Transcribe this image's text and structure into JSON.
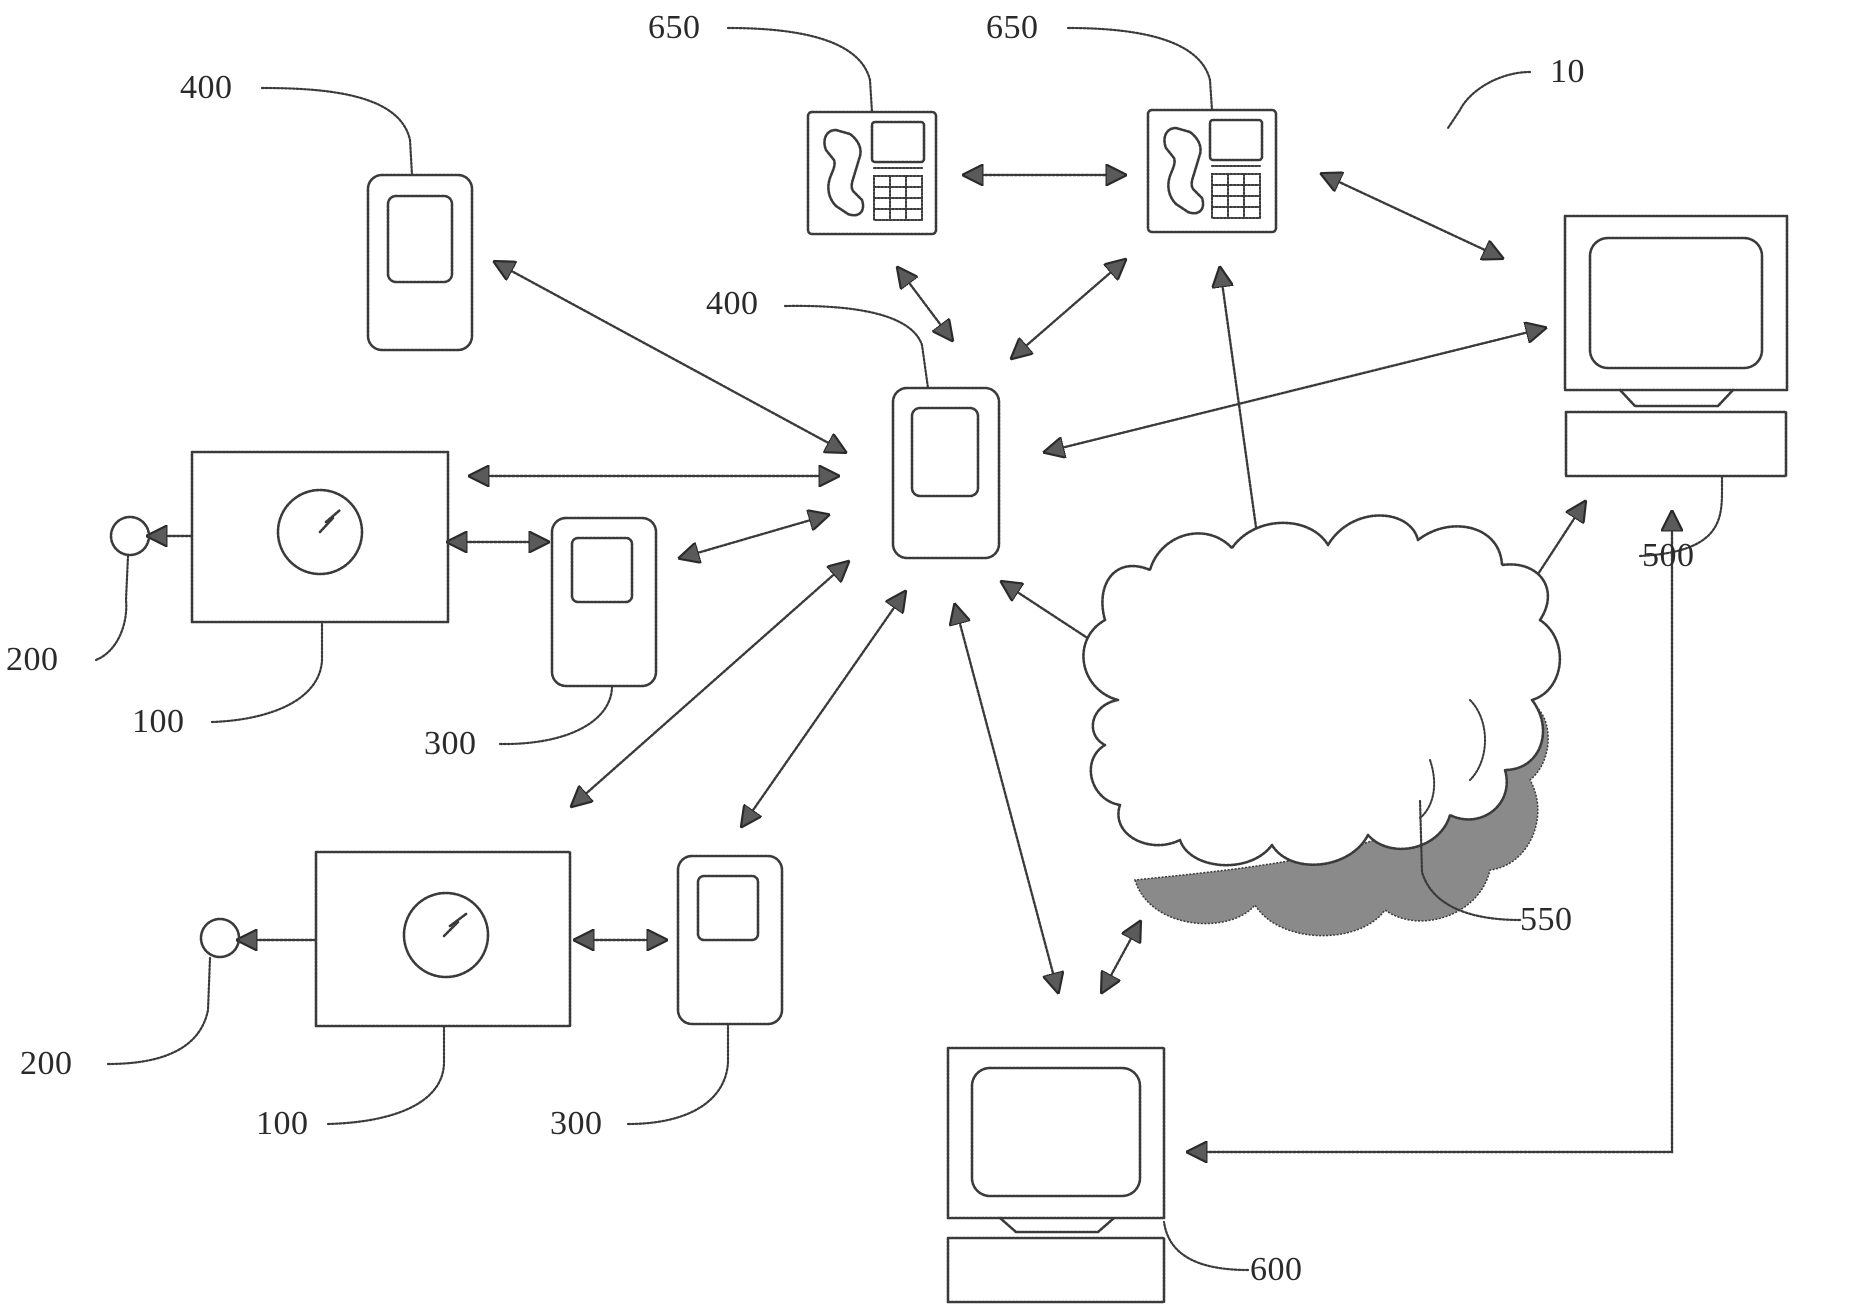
{
  "labels": {
    "system": "10",
    "mobile_top_left": "400",
    "mobile_hub": "400",
    "phone_a": "650",
    "phone_b": "650",
    "meter_upper": "100",
    "meter_lower": "100",
    "sensor_upper": "200",
    "sensor_lower": "200",
    "reader_upper": "300",
    "reader_lower": "300",
    "server_computer": "500",
    "network_cloud": "550",
    "client_computer": "600"
  }
}
